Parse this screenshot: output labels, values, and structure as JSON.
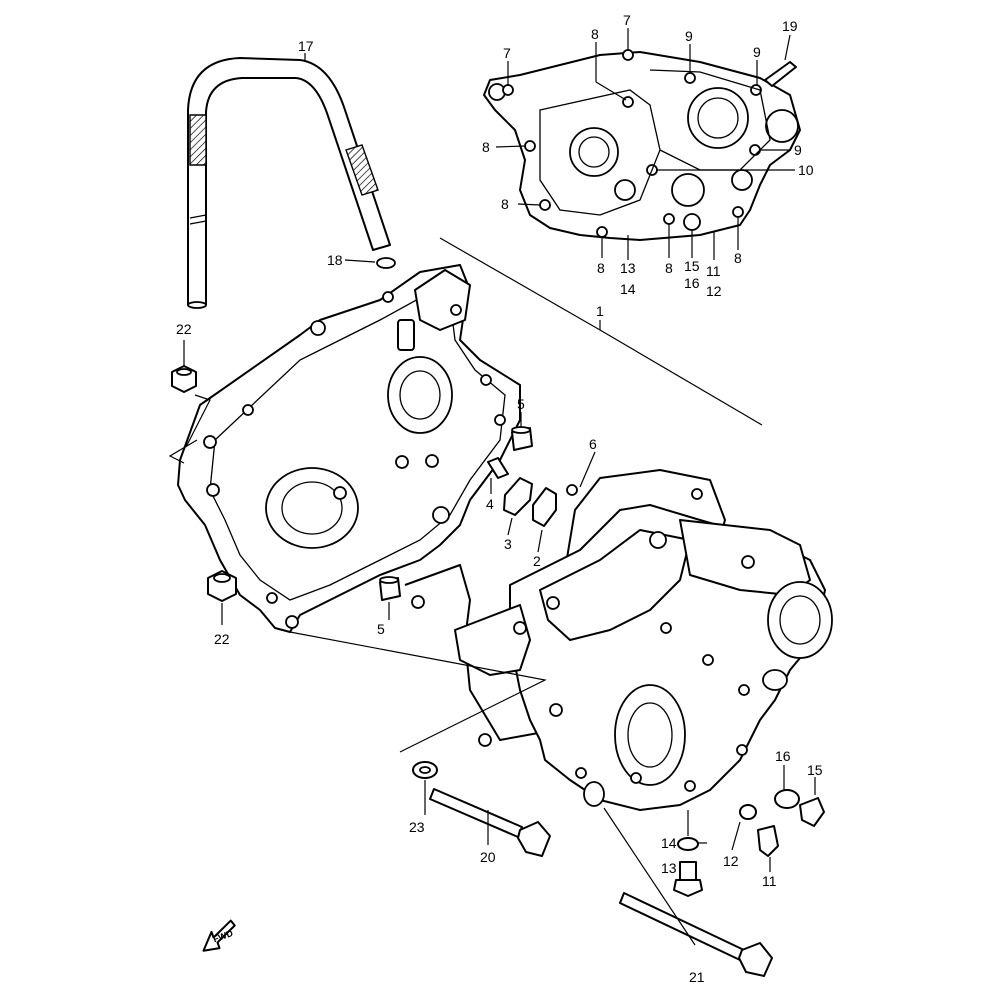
{
  "diagram": {
    "fwd_text": "FWD",
    "callouts": [
      {
        "id": "c17",
        "text": "17"
      },
      {
        "id": "c18",
        "text": "18"
      },
      {
        "id": "c1",
        "text": "1"
      },
      {
        "id": "c22a",
        "text": "22"
      },
      {
        "id": "c22b",
        "text": "22"
      },
      {
        "id": "c5a",
        "text": "5"
      },
      {
        "id": "c5b",
        "text": "5"
      },
      {
        "id": "c4",
        "text": "4"
      },
      {
        "id": "c3",
        "text": "3"
      },
      {
        "id": "c2",
        "text": "2"
      },
      {
        "id": "c6",
        "text": "6"
      },
      {
        "id": "c7a",
        "text": "7"
      },
      {
        "id": "c7b",
        "text": "7"
      },
      {
        "id": "c8a",
        "text": "8"
      },
      {
        "id": "c8b",
        "text": "8"
      },
      {
        "id": "c8c",
        "text": "8"
      },
      {
        "id": "c8d",
        "text": "8"
      },
      {
        "id": "c8e",
        "text": "8"
      },
      {
        "id": "c8f",
        "text": "8"
      },
      {
        "id": "c9a",
        "text": "9"
      },
      {
        "id": "c9b",
        "text": "9"
      },
      {
        "id": "c9c",
        "text": "9"
      },
      {
        "id": "c19",
        "text": "19"
      },
      {
        "id": "c10",
        "text": "10"
      },
      {
        "id": "c13a",
        "text": "13"
      },
      {
        "id": "c14a",
        "text": "14"
      },
      {
        "id": "c15a",
        "text": "15"
      },
      {
        "id": "c16a",
        "text": "16"
      },
      {
        "id": "c11a",
        "text": "11"
      },
      {
        "id": "c12a",
        "text": "12"
      },
      {
        "id": "c23",
        "text": "23"
      },
      {
        "id": "c20",
        "text": "20"
      },
      {
        "id": "c21",
        "text": "21"
      },
      {
        "id": "c14b",
        "text": "14"
      },
      {
        "id": "c13b",
        "text": "13"
      },
      {
        "id": "c12b",
        "text": "12"
      },
      {
        "id": "c11b",
        "text": "11"
      },
      {
        "id": "c16b",
        "text": "16"
      },
      {
        "id": "c15b",
        "text": "15"
      }
    ]
  }
}
